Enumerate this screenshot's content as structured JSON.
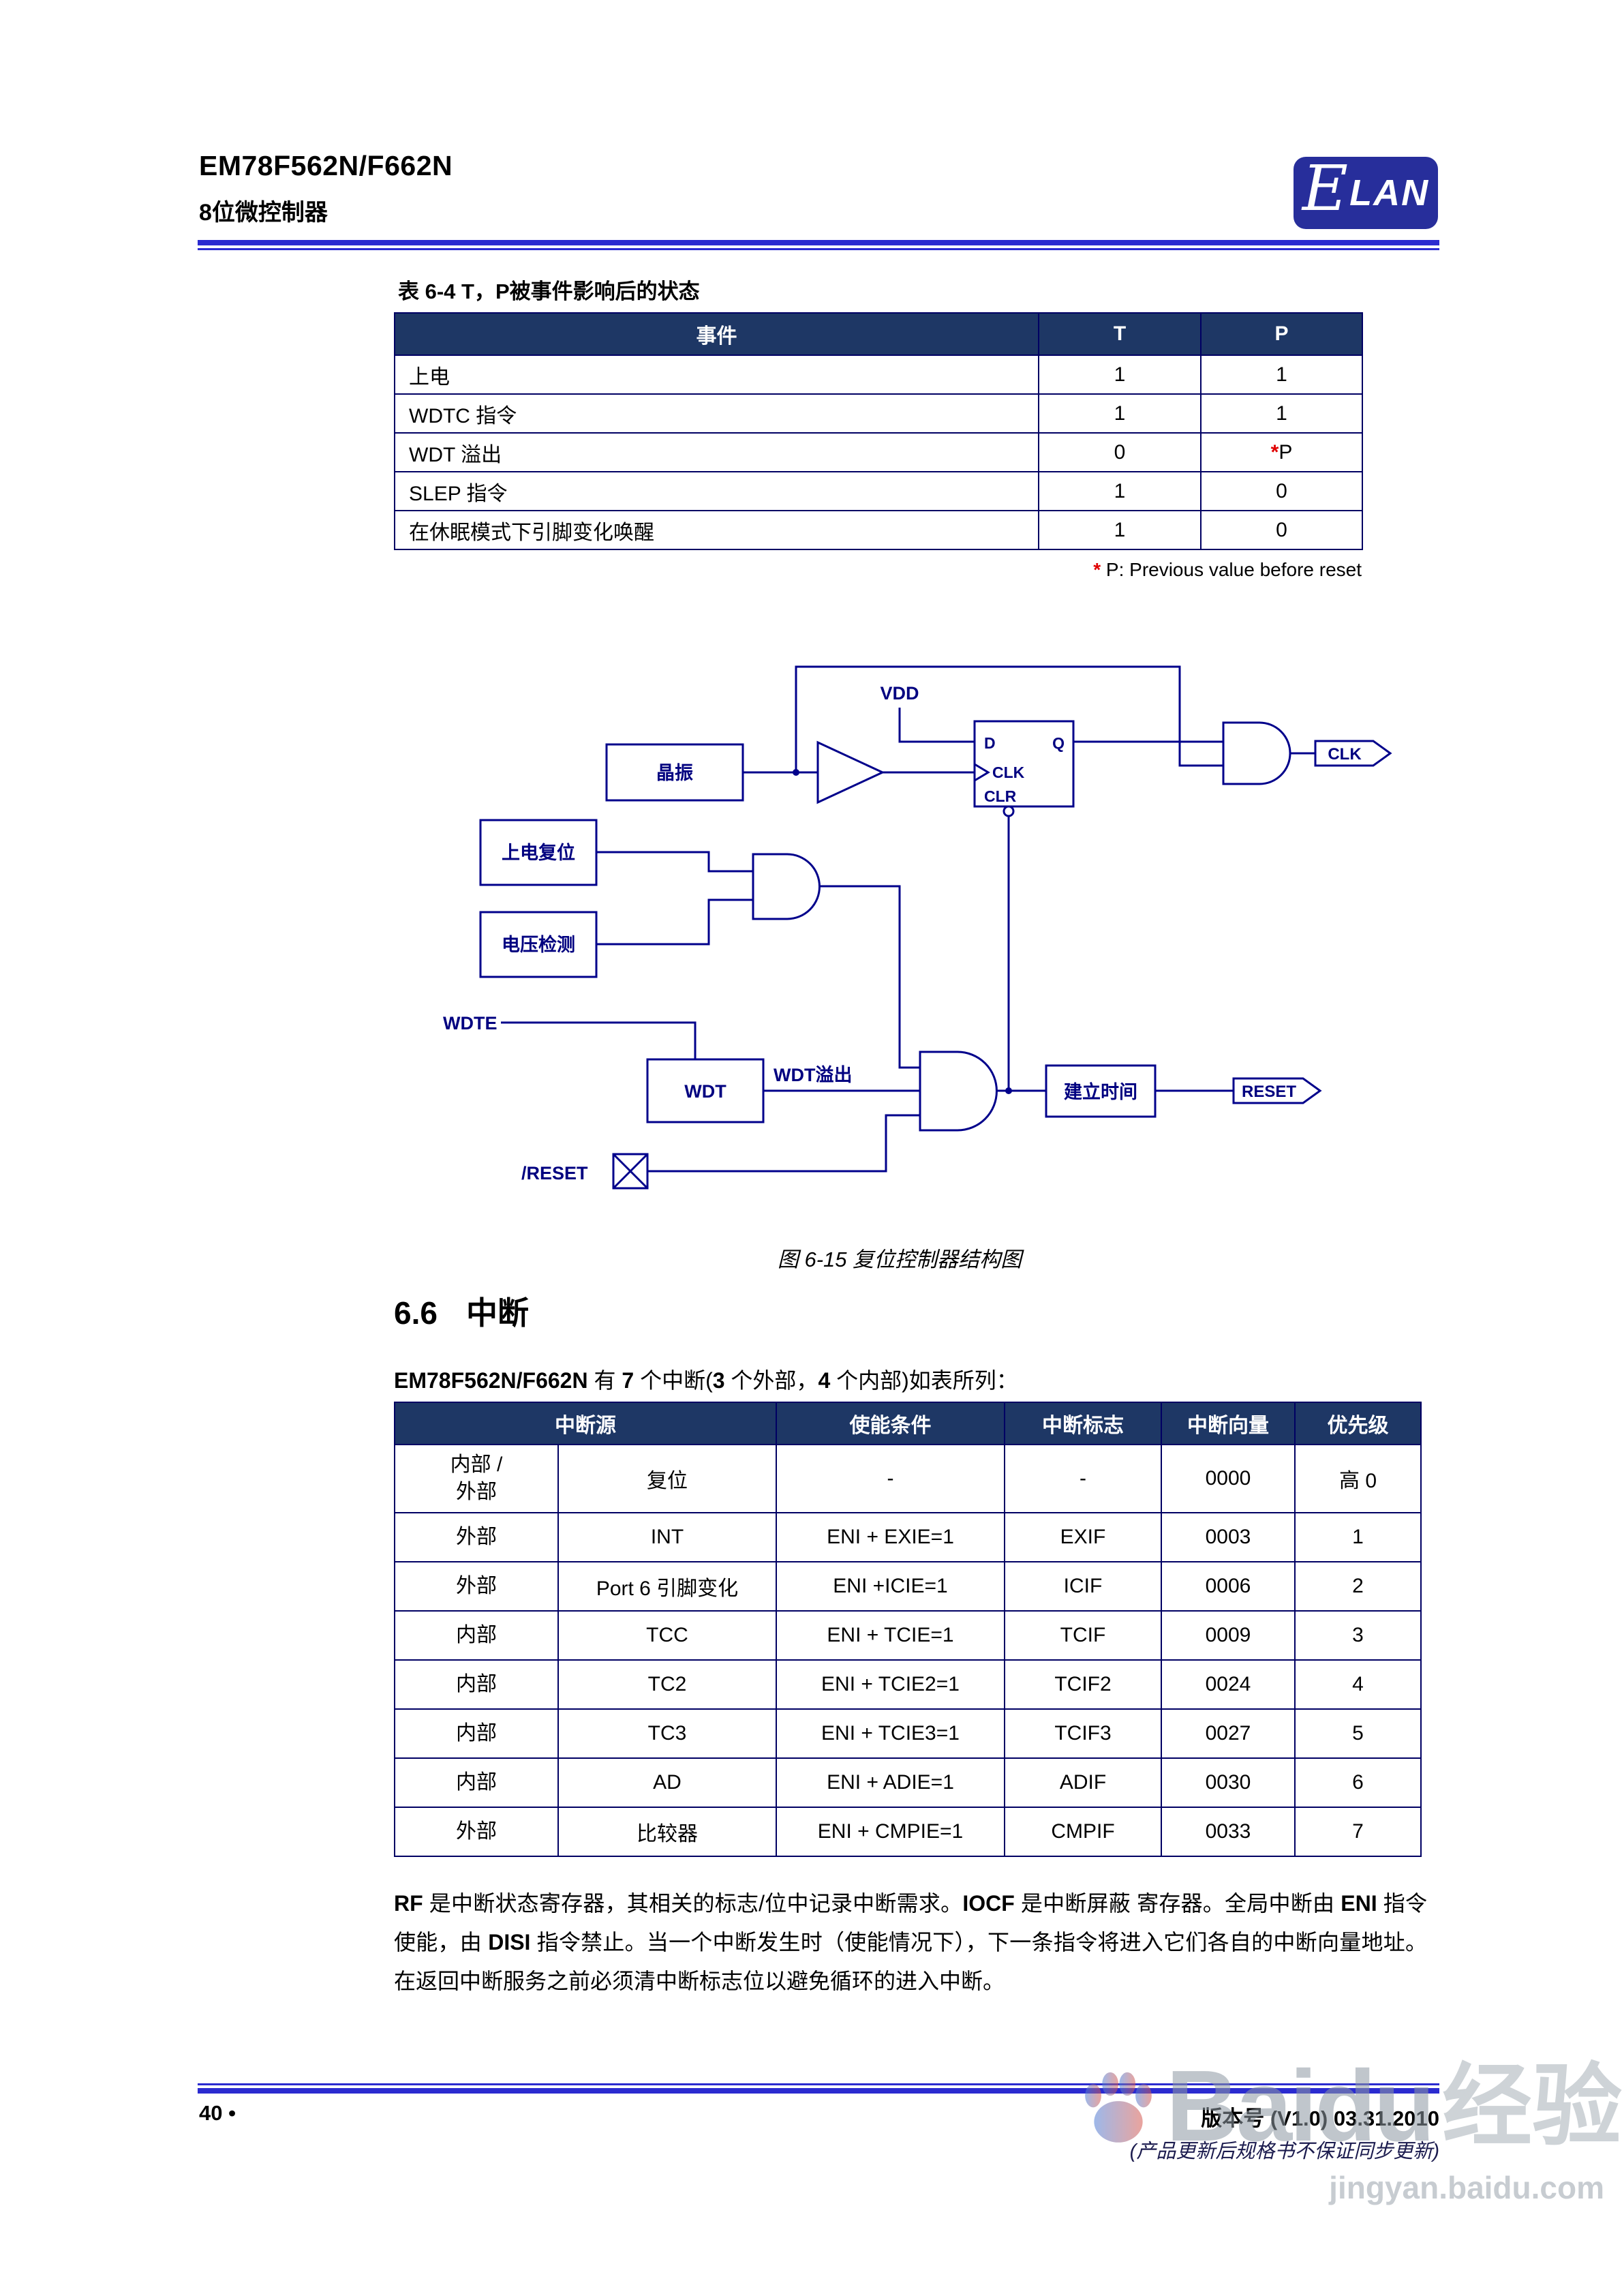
{
  "header": {
    "title": "EM78F562N/F662N",
    "subtitle": "8位微控制器",
    "logo": {
      "e": "E",
      "lan": "LAN"
    }
  },
  "reset_table": {
    "caption": "表 6-4 T，P被事件影响后的状态",
    "headers": {
      "event": "事件",
      "t": "T",
      "p": "P"
    },
    "rows": [
      {
        "event": "上电",
        "t": "1",
        "p": "1"
      },
      {
        "event": "WDTC 指令",
        "t": "1",
        "p": "1"
      },
      {
        "event": "WDT 溢出",
        "t": "0",
        "p_star": "*",
        "p": "P"
      },
      {
        "event": "SLEP 指令",
        "t": "1",
        "p": "0"
      },
      {
        "event": "在休眠模式下引脚变化唤醒",
        "t": "1",
        "p": "0"
      }
    ],
    "footnote": {
      "star": "* ",
      "text": "P: Previous value before reset"
    }
  },
  "diagram": {
    "labels": {
      "vdd": "VDD",
      "osc": "晶振",
      "por": "上电复位",
      "lvd": "电压检测",
      "wdte": "WDTE",
      "wdt": "WDT",
      "wdt_overflow": "WDT溢出",
      "reset_in": "/RESET",
      "setup": "建立时间",
      "clk_out": "CLK",
      "reset_out": "RESET",
      "ff_d": "D",
      "ff_q": "Q",
      "ff_clk": "CLK",
      "ff_clr": "CLR"
    },
    "caption": "图 6-15 复位控制器结构图"
  },
  "section": {
    "number": "6.6",
    "title": "中断"
  },
  "intro": {
    "parts": [
      {
        "text": "EM78F562N/F662N"
      },
      {
        "text": " 有 "
      },
      {
        "text": "7"
      },
      {
        "text": " 个中断("
      },
      {
        "text": "3"
      },
      {
        "text": " 个外部，"
      },
      {
        "text": "4"
      },
      {
        "text": " 个内部)如表所列："
      }
    ]
  },
  "interrupt_table": {
    "headers": [
      "中断源",
      "使能条件",
      "中断标志",
      "中断向量",
      "优先级"
    ],
    "rows": [
      {
        "scope": "内部 /\n外部",
        "source": "复位",
        "enable": "-",
        "flag": "-",
        "vector": "0000",
        "priority": "高 0"
      },
      {
        "scope": "外部",
        "source": "INT",
        "enable": "ENI + EXIE=1",
        "flag": "EXIF",
        "vector": "0003",
        "priority": "1"
      },
      {
        "scope": "外部",
        "source": "Port 6 引脚变化",
        "enable": "ENI +ICIE=1",
        "flag": "ICIF",
        "vector": "0006",
        "priority": "2"
      },
      {
        "scope": "内部",
        "source": "TCC",
        "enable": "ENI + TCIE=1",
        "flag": "TCIF",
        "vector": "0009",
        "priority": "3"
      },
      {
        "scope": "内部",
        "source": "TC2",
        "enable": "ENI + TCIE2=1",
        "flag": "TCIF2",
        "vector": "0024",
        "priority": "4"
      },
      {
        "scope": "内部",
        "source": "TC3",
        "enable": "ENI + TCIE3=1",
        "flag": "TCIF3",
        "vector": "0027",
        "priority": "5"
      },
      {
        "scope": "内部",
        "source": "AD",
        "enable": "ENI + ADIE=1",
        "flag": "ADIF",
        "vector": "0030",
        "priority": "6"
      },
      {
        "scope": "外部",
        "source": "比较器",
        "enable": "ENI + CMPIE=1",
        "flag": "CMPIF",
        "vector": "0033",
        "priority": "7"
      }
    ]
  },
  "body": {
    "parts": [
      {
        "text": "RF"
      },
      {
        "text": " 是中断状态寄存器，其相关的标志/位中记录中断需求。"
      },
      {
        "text": "IOCF"
      },
      {
        "text": " 是中断屏蔽 寄存器。全局中断由 "
      },
      {
        "text": "ENI"
      },
      {
        "text": " 指令使能，由 "
      },
      {
        "text": "DISI"
      },
      {
        "text": " 指令禁止。当一个中断发生时（使能情况下），下一条指令将进入它们各自的中断向量地址。在返回中断服务之前必须清中断标志位以避免循环的进入中断。"
      }
    ]
  },
  "footer": {
    "page": "40 •",
    "version": "版本号 (V1.0) 03.31.2010",
    "disclaimer": "(产品更新后规格书不保证同步更新)"
  },
  "watermark": {
    "brand": "Baidu",
    "suffix": "经验",
    "url": "jingyan.baidu.com"
  }
}
